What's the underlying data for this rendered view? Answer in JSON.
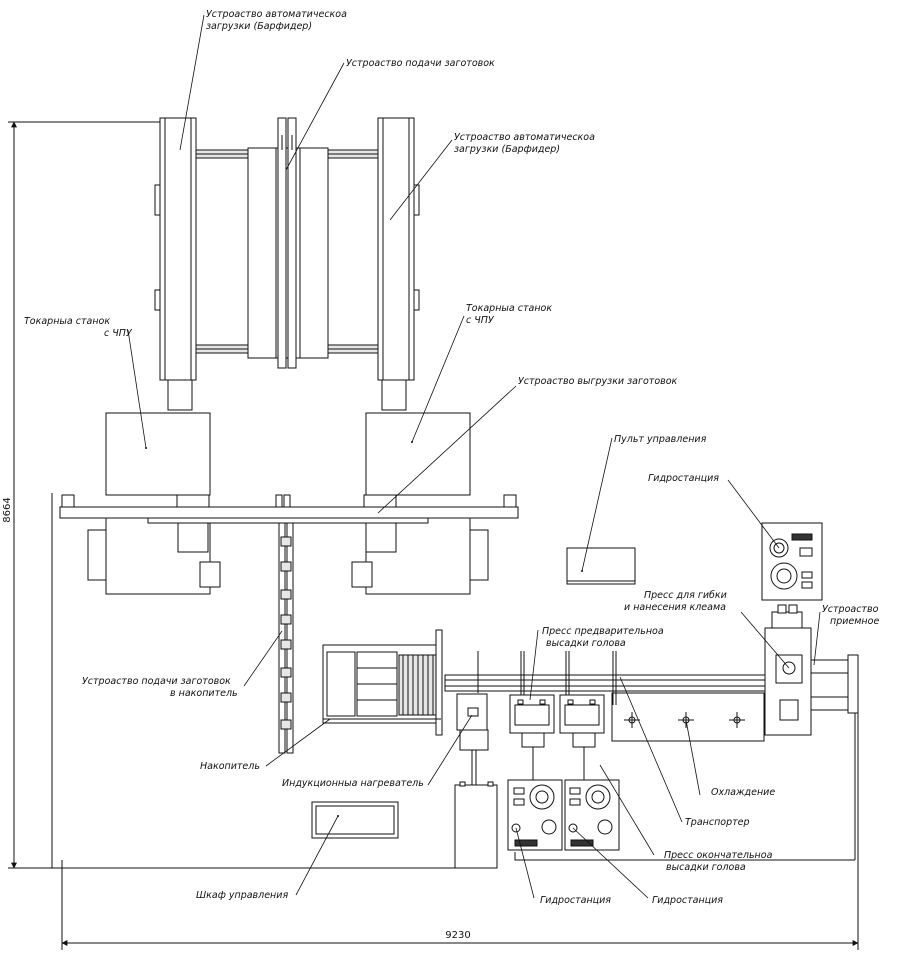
{
  "labels": {
    "barfeeder_top": [
      "Устроаство автоматическоа",
      "загрузки (Барфидер)"
    ],
    "blank_feed_top": "Устроаство подачи заготовок",
    "barfeeder_right": [
      "Устроаство автоматическоа",
      "загрузки (Барфидер)"
    ],
    "lathe_left": [
      "Токарныа станок",
      "с ЧПУ"
    ],
    "lathe_right": [
      "Токарныа станок",
      "с ЧПУ"
    ],
    "unload_device": "Устроаство выгрузки заготовок",
    "control_panel": "Пульт управления",
    "hydro_top": "Гидростанция",
    "bend_press": [
      "Пресс для гибки",
      "и нанесения клеама"
    ],
    "receiver": [
      "Устроаство",
      "приемное"
    ],
    "pre_upset_press": [
      "Пресс предварительноа",
      "высадки голова"
    ],
    "feed_to_storage": [
      "Устроаство подачи заготовок",
      "в накопитель"
    ],
    "cooling": "Охлаждение",
    "storage": "Накопитель",
    "induction_heater": "Индукционныа нагреватель",
    "transporter": "Транспортер",
    "final_upset_press": [
      "Пресс окончательноа",
      "высадки голова"
    ],
    "control_cabinet": "Шкаф управления",
    "hydro_bottom_left": "Гидростанция",
    "hydro_bottom_right": "Гидростанция"
  },
  "dimensions": {
    "height": "8664",
    "width": "9230"
  }
}
